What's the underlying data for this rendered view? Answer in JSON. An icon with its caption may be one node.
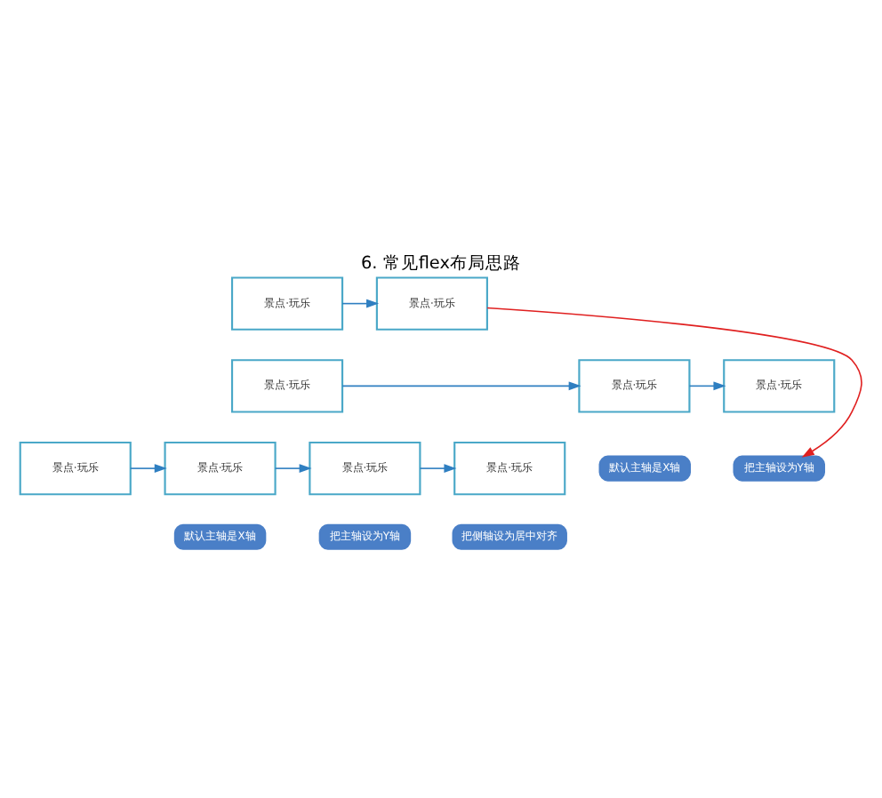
{
  "diagram": {
    "title": "6. 常见flex布局思路",
    "nodes": [
      {
        "text": [
          "景点·玩乐"
        ]
      },
      {
        "text": [
          "景点·玩乐"
        ]
      },
      {
        "text": [
          "景点·玩乐"
        ]
      },
      {
        "text": [
          "景点·玩乐"
        ]
      },
      {
        "text": [
          "景点·玩乐"
        ]
      },
      {
        "text": [
          "默认主轴是X轴"
        ]
      },
      {
        "text": [
          "把主轴设为Y轴"
        ]
      },
      {
        "text": [
          "景点·玩乐"
        ]
      },
      {
        "text": [
          "景点·玩乐"
        ]
      },
      {
        "text": [
          "景点·玩乐"
        ]
      },
      {
        "text": [
          "景点·玩乐"
        ]
      },
      {
        "text": [
          "默认主轴是X轴"
        ]
      },
      {
        "text": [
          "把主轴设为Y轴"
        ]
      },
      {
        "text": [
          "把侧轴设为居中对齐"
        ]
      }
    ],
    "edges": [
      {
        "from": 0,
        "to": 1,
        "arrow": "to"
      },
      {
        "from": 2,
        "to": 3,
        "arrow": "to"
      },
      {
        "from": 3,
        "to": 4,
        "arrow": "to"
      },
      {
        "from": 1,
        "to": 6,
        "arrow": "to",
        "color": "#e02020"
      },
      {
        "from": 7,
        "to": 8,
        "arrow": "to"
      },
      {
        "from": 8,
        "to": 9,
        "arrow": "to"
      },
      {
        "from": 9,
        "to": 10,
        "arrow": "to"
      }
    ]
  }
}
